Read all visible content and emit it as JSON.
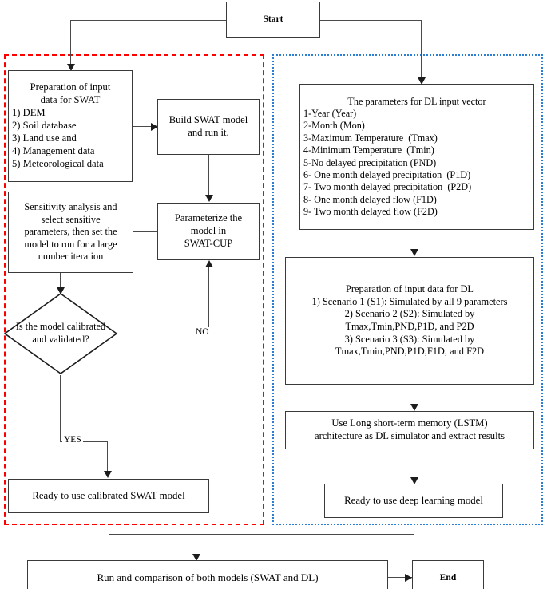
{
  "diagram": {
    "title": "SWAT and Deep Learning modelling workflow flowchart",
    "colors": {
      "swat_group_border": "#ff0000",
      "dl_group_border": "#2a7fd4",
      "box_border": "#3a3a3a",
      "connector": "#4a4a4a"
    }
  },
  "nodes": {
    "start": {
      "label": "Start"
    },
    "end": {
      "label": "End"
    },
    "swat_input": {
      "lines": [
        {
          "text": "Preparation of input",
          "align": "center"
        },
        {
          "text": "data for SWAT",
          "align": "center"
        },
        {
          "text": "1) DEM",
          "align": "left"
        },
        {
          "text": "2) Soil database",
          "align": "left"
        },
        {
          "text": "3) Land use and",
          "align": "left"
        },
        {
          "text": "4) Management data",
          "align": "left"
        },
        {
          "text": "5) Meteorological data",
          "align": "left"
        }
      ]
    },
    "build_swat": {
      "lines": [
        {
          "text": "Build SWAT model",
          "align": "center"
        },
        {
          "text": "and run it.",
          "align": "center"
        }
      ]
    },
    "sensitivity": {
      "lines": [
        {
          "text": "Sensitivity analysis and",
          "align": "center"
        },
        {
          "text": "select sensitive",
          "align": "center"
        },
        {
          "text": "parameters, then set the",
          "align": "center"
        },
        {
          "text": "model to run for a large",
          "align": "center"
        },
        {
          "text": "number iteration",
          "align": "center"
        }
      ]
    },
    "parameterize": {
      "lines": [
        {
          "text": "Parameterize the",
          "align": "center"
        },
        {
          "text": "model in",
          "align": "center"
        },
        {
          "text": "SWAT-CUP",
          "align": "center"
        }
      ]
    },
    "decision": {
      "lines": [
        {
          "text": "Is the model calibrated",
          "align": "center"
        },
        {
          "text": "and validated?",
          "align": "center"
        }
      ]
    },
    "ready_swat": {
      "lines": [
        {
          "text": "Ready to use calibrated SWAT model",
          "align": "center"
        }
      ]
    },
    "dl_params": {
      "lines": [
        {
          "text": "The parameters for DL input vector",
          "align": "center"
        },
        {
          "text": "1-Year (Year)",
          "align": "left"
        },
        {
          "text": "2-Month (Mon)",
          "align": "left"
        },
        {
          "text": "3-Maximum Temperature  (Tmax)",
          "align": "left"
        },
        {
          "text": "4-Minimum Temperature  (Tmin)",
          "align": "left"
        },
        {
          "text": "5-No delayed precipitation (PND)",
          "align": "left"
        },
        {
          "text": "6- One month delayed precipitation  (P1D)",
          "align": "left"
        },
        {
          "text": "7- Two month delayed precipitation  (P2D)",
          "align": "left"
        },
        {
          "text": "8- One month delayed flow (F1D)",
          "align": "left"
        },
        {
          "text": "9- Two month delayed flow (F2D)",
          "align": "left"
        }
      ]
    },
    "dl_input_prep": {
      "lines": [
        {
          "text": "Preparation of input data for DL",
          "align": "center"
        },
        {
          "text": "1) Scenario 1 (S1): Simulated by all 9 parameters",
          "align": "center"
        },
        {
          "text": "2) Scenario 2 (S2): Simulated by",
          "align": "center"
        },
        {
          "text": "Tmax,Tmin,PND,P1D, and P2D",
          "align": "center"
        },
        {
          "text": "3) Scenario 3 (S3): Simulated by",
          "align": "center"
        },
        {
          "text": "Tmax,Tmin,PND,P1D,F1D, and F2D",
          "align": "center"
        }
      ]
    },
    "lstm": {
      "lines": [
        {
          "text": "Use Long short-term memory (LSTM)",
          "align": "center"
        },
        {
          "text": "architecture as DL simulator and extract results",
          "align": "center"
        }
      ]
    },
    "ready_dl": {
      "lines": [
        {
          "text": "Ready to use deep learning model",
          "align": "center"
        }
      ]
    },
    "compare": {
      "lines": [
        {
          "text": "Run and comparison of both models (SWAT and DL)",
          "align": "center"
        }
      ]
    }
  },
  "edge_labels": {
    "no": "NO",
    "yes": "YES"
  }
}
